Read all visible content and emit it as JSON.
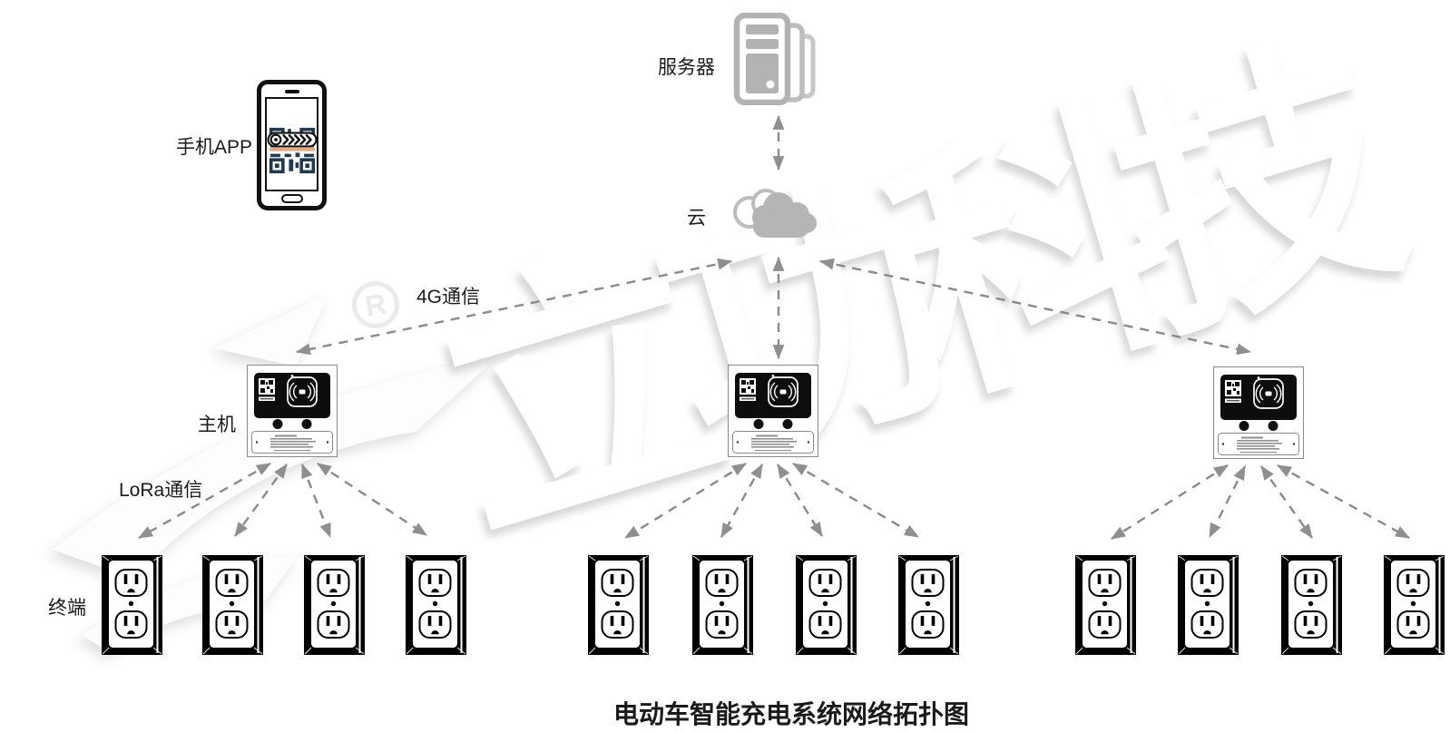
{
  "diagram": {
    "title": "电动车智能充电系统网络拓扑图",
    "watermark": {
      "brand_text": "立功科技",
      "registered_mark": "R"
    },
    "nodes": {
      "phone": {
        "label": "手机APP"
      },
      "server": {
        "label": "服务器"
      },
      "cloud": {
        "label": "云"
      },
      "hosts": {
        "label": "主机",
        "count": 3
      },
      "terminals": {
        "label": "终端",
        "groups": 3,
        "per_group": 4
      }
    },
    "links": {
      "server_cloud": {
        "style": "dashed-double-arrow"
      },
      "cloud_hosts": {
        "label": "4G通信",
        "style": "dashed-double-arrow"
      },
      "hosts_terminals": {
        "label": "LoRa通信",
        "style": "dashed-double-arrow"
      }
    },
    "colors": {
      "arrow": "#8a8a8a",
      "server_cloud_gray": "#b5b5b5",
      "qr_navy": "#20394f",
      "qr_scanline_orange": "#e9a87c",
      "device_black": "#111111",
      "text": "#1a1a1a"
    }
  }
}
